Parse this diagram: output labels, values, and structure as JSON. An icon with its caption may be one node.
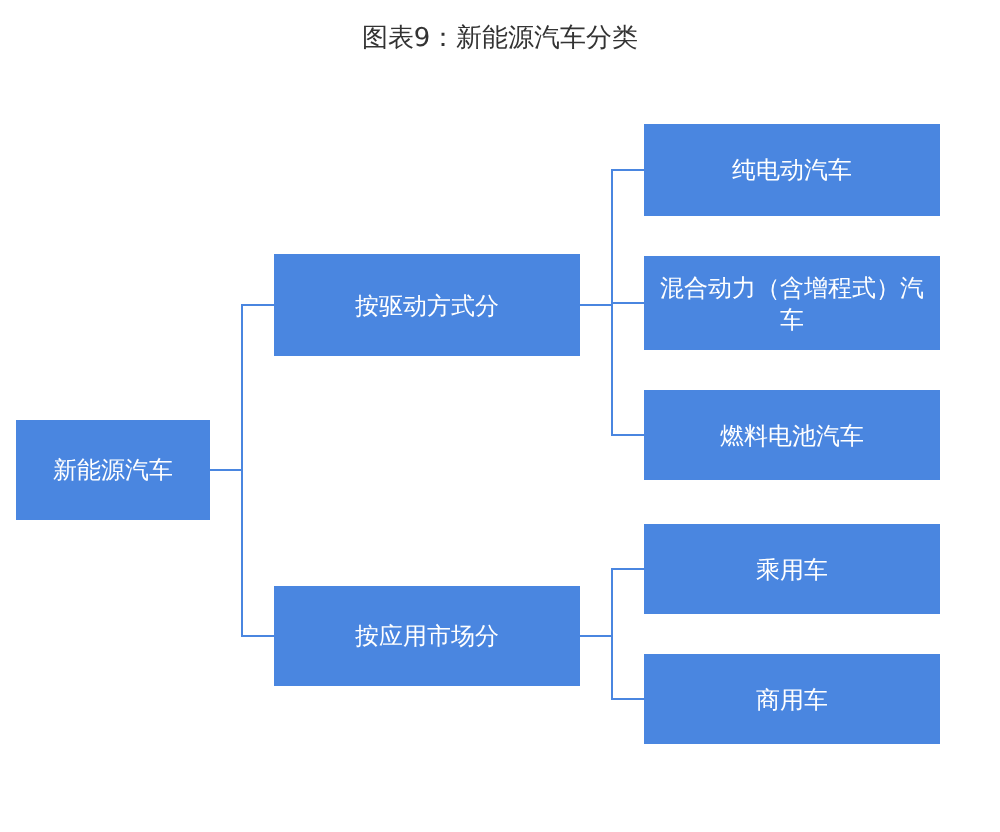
{
  "diagram": {
    "title": "图表9：新能源汽车分类",
    "nodes": [
      {
        "text": [
          "新能源汽车"
        ]
      },
      {
        "text": [
          "按驱动方式分"
        ]
      },
      {
        "text": [
          "按应用市场分"
        ]
      },
      {
        "text": [
          "纯电动汽车"
        ]
      },
      {
        "text": [
          "混合动力（含增程式）汽车"
        ]
      },
      {
        "text": [
          "燃料电池汽车"
        ]
      },
      {
        "text": [
          "乘用车"
        ]
      },
      {
        "text": [
          "商用车"
        ]
      }
    ],
    "edges": [
      {
        "from": 0,
        "to": 1,
        "arrow": "none"
      },
      {
        "from": 0,
        "to": 2,
        "arrow": "none"
      },
      {
        "from": 1,
        "to": 3,
        "arrow": "none"
      },
      {
        "from": 1,
        "to": 4,
        "arrow": "none"
      },
      {
        "from": 1,
        "to": 5,
        "arrow": "none"
      },
      {
        "from": 2,
        "to": 6,
        "arrow": "none"
      },
      {
        "from": 2,
        "to": 7,
        "arrow": "none"
      }
    ]
  }
}
